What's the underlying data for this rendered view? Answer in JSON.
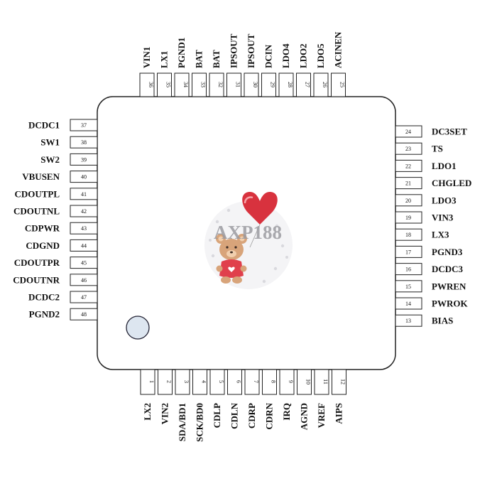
{
  "chip": {
    "part_number": "AXP188"
  },
  "pins": {
    "top": [
      {
        "num": "36",
        "name": "VIN1"
      },
      {
        "num": "35",
        "name": "LX1"
      },
      {
        "num": "34",
        "name": "PGND1"
      },
      {
        "num": "33",
        "name": "BAT"
      },
      {
        "num": "32",
        "name": "BAT"
      },
      {
        "num": "31",
        "name": "IPSOUT"
      },
      {
        "num": "30",
        "name": "IPSOUT"
      },
      {
        "num": "29",
        "name": "DCIN"
      },
      {
        "num": "28",
        "name": "LDO4"
      },
      {
        "num": "27",
        "name": "LDO2"
      },
      {
        "num": "26",
        "name": "LDO5"
      },
      {
        "num": "25",
        "name": "ACINEN"
      }
    ],
    "bottom": [
      {
        "num": "1",
        "name": "LX2"
      },
      {
        "num": "2",
        "name": "VIN2"
      },
      {
        "num": "3",
        "name": "SDA/BD1"
      },
      {
        "num": "4",
        "name": "SCK/BD0"
      },
      {
        "num": "5",
        "name": "CDLP"
      },
      {
        "num": "6",
        "name": "CDLN"
      },
      {
        "num": "7",
        "name": "CDRP"
      },
      {
        "num": "8",
        "name": "CDRN"
      },
      {
        "num": "9",
        "name": "IRQ"
      },
      {
        "num": "10",
        "name": "AGND"
      },
      {
        "num": "11",
        "name": "VREF"
      },
      {
        "num": "12",
        "name": "AIPS"
      }
    ],
    "left": [
      {
        "num": "37",
        "name": "DCDC1"
      },
      {
        "num": "38",
        "name": "SW1"
      },
      {
        "num": "39",
        "name": "SW2"
      },
      {
        "num": "40",
        "name": "VBUSEN"
      },
      {
        "num": "41",
        "name": "CDOUTPL"
      },
      {
        "num": "42",
        "name": "CDOUTNL"
      },
      {
        "num": "43",
        "name": "CDPWR"
      },
      {
        "num": "44",
        "name": "CDGND"
      },
      {
        "num": "45",
        "name": "CDOUTPR"
      },
      {
        "num": "46",
        "name": "CDOUTNR"
      },
      {
        "num": "47",
        "name": "DCDC2"
      },
      {
        "num": "48",
        "name": "PGND2"
      }
    ],
    "right": [
      {
        "num": "24",
        "name": "DC3SET"
      },
      {
        "num": "23",
        "name": "TS"
      },
      {
        "num": "22",
        "name": "LDO1"
      },
      {
        "num": "21",
        "name": "CHGLED"
      },
      {
        "num": "20",
        "name": "LDO3"
      },
      {
        "num": "19",
        "name": "VIN3"
      },
      {
        "num": "18",
        "name": "LX3"
      },
      {
        "num": "17",
        "name": "PGND3"
      },
      {
        "num": "16",
        "name": "DCDC3"
      },
      {
        "num": "15",
        "name": "PWREN"
      },
      {
        "num": "14",
        "name": "PWROK"
      },
      {
        "num": "13",
        "name": "BIAS"
      }
    ]
  },
  "colors": {
    "outline": "#222222",
    "pin1_marker": "#dde6f0",
    "heart": "#d8323e",
    "bear": "#d8a47a",
    "shirt": "#e0404c"
  },
  "icons": {
    "pin1_marker": "pin1-dot-icon",
    "watermark": "teddy-bear-heart-icon"
  }
}
